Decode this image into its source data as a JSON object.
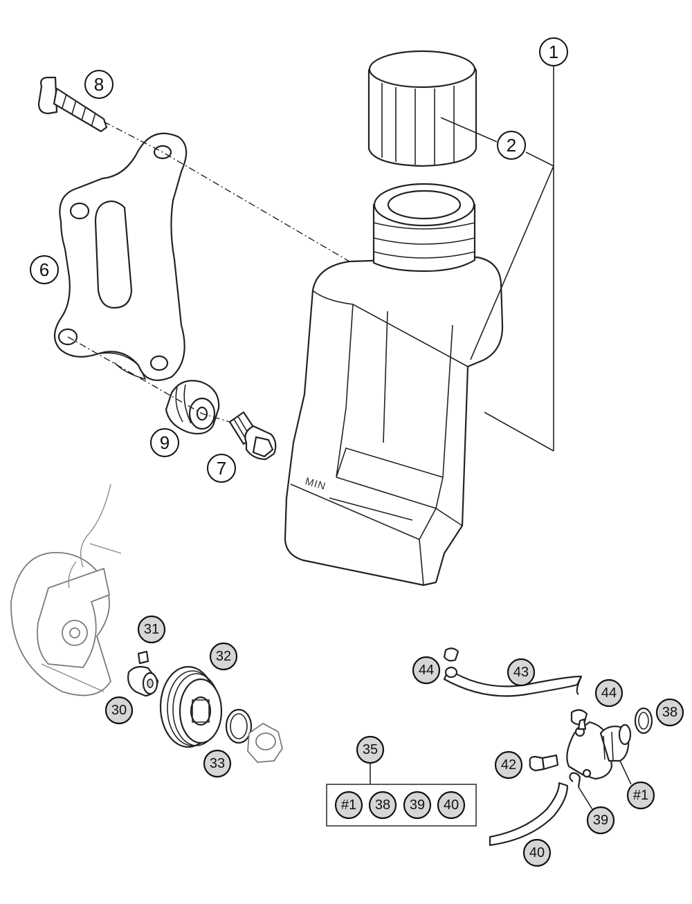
{
  "diagram": {
    "tank_label": "MIN",
    "callouts": {
      "c1": "1",
      "c2": "2",
      "c6": "6",
      "c7": "7",
      "c8": "8",
      "c9": "9",
      "c30": "30",
      "c31": "31",
      "c32": "32",
      "c33": "33",
      "c35": "35",
      "c38": "38",
      "c39": "39",
      "c40": "40",
      "c42": "42",
      "c43": "43",
      "c44a": "44",
      "c44b": "44",
      "c_pump": "#1"
    },
    "kit": {
      "items": [
        "#1",
        "38",
        "39",
        "40"
      ]
    },
    "colors": {
      "line": "#222222",
      "callout_fill_grey": "#d6d6d6",
      "callout_fill_white": "#ffffff"
    }
  }
}
